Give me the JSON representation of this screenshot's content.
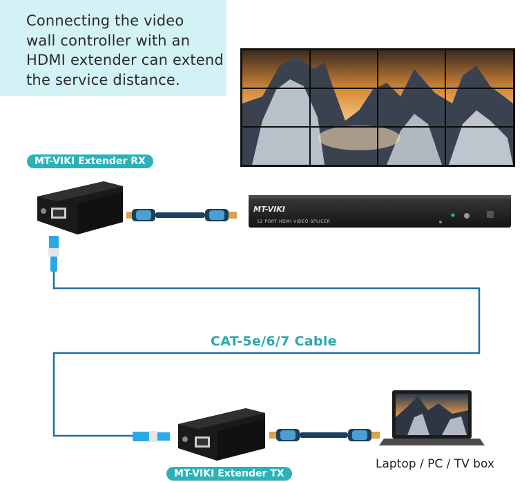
{
  "intro": {
    "lines": [
      "Connecting the video",
      "wall controller with an",
      "HDMI extender can extend",
      "the service distance."
    ]
  },
  "labels": {
    "rx": "MT-VIKI Extender RX",
    "tx": "MT-VIKI Extender TX",
    "cable": "CAT-5e/6/7 Cable",
    "source": "Laptop / PC / TV box"
  },
  "splitter": {
    "brand": "MT-VIKI",
    "model_text": "12 PORT HDMI VIDEO SPLICER"
  },
  "video_wall": {
    "rows": 3,
    "cols": 4
  },
  "colors": {
    "teal": "#2ab2b8",
    "cable": "#1f6fa3",
    "device": "#1f1f1f"
  }
}
